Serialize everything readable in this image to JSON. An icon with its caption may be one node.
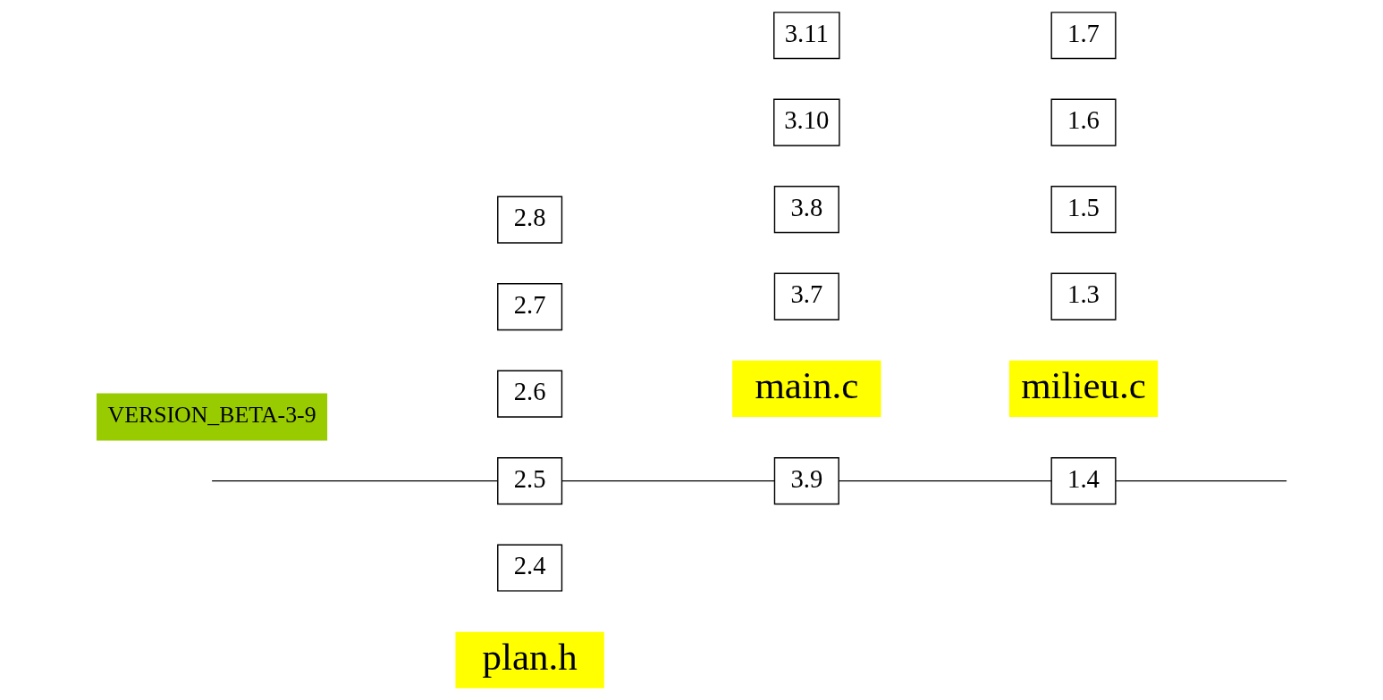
{
  "diagram": {
    "nodes": [
      {
        "text": [
          "plan.h"
        ]
      },
      {
        "text": [
          "main.c"
        ]
      },
      {
        "text": [
          "milieu.c"
        ]
      },
      {
        "text": [
          "2.4"
        ]
      },
      {
        "text": [
          "2.5"
        ]
      },
      {
        "text": [
          "2.6"
        ]
      },
      {
        "text": [
          "2.7"
        ]
      },
      {
        "text": [
          "2.8"
        ]
      },
      {
        "text": [
          "3.7"
        ]
      },
      {
        "text": [
          "3.8"
        ]
      },
      {
        "text": [
          "3.9"
        ]
      },
      {
        "text": [
          "3.10"
        ]
      },
      {
        "text": [
          "3.11"
        ]
      },
      {
        "text": [
          "1.3"
        ]
      },
      {
        "text": [
          "1.4"
        ]
      },
      {
        "text": [
          "1.5"
        ]
      },
      {
        "text": [
          "1.6"
        ]
      },
      {
        "text": [
          "1.7"
        ]
      },
      {
        "text": [
          "VERSION_BETA-3-9"
        ]
      }
    ],
    "edges": [
      {
        "from": null,
        "to": 4,
        "arrow": "none"
      },
      {
        "from": 4,
        "to": 10,
        "arrow": "none"
      },
      {
        "from": 10,
        "to": 14,
        "arrow": "none"
      },
      {
        "from": 14,
        "to": null,
        "arrow": "none"
      }
    ]
  }
}
